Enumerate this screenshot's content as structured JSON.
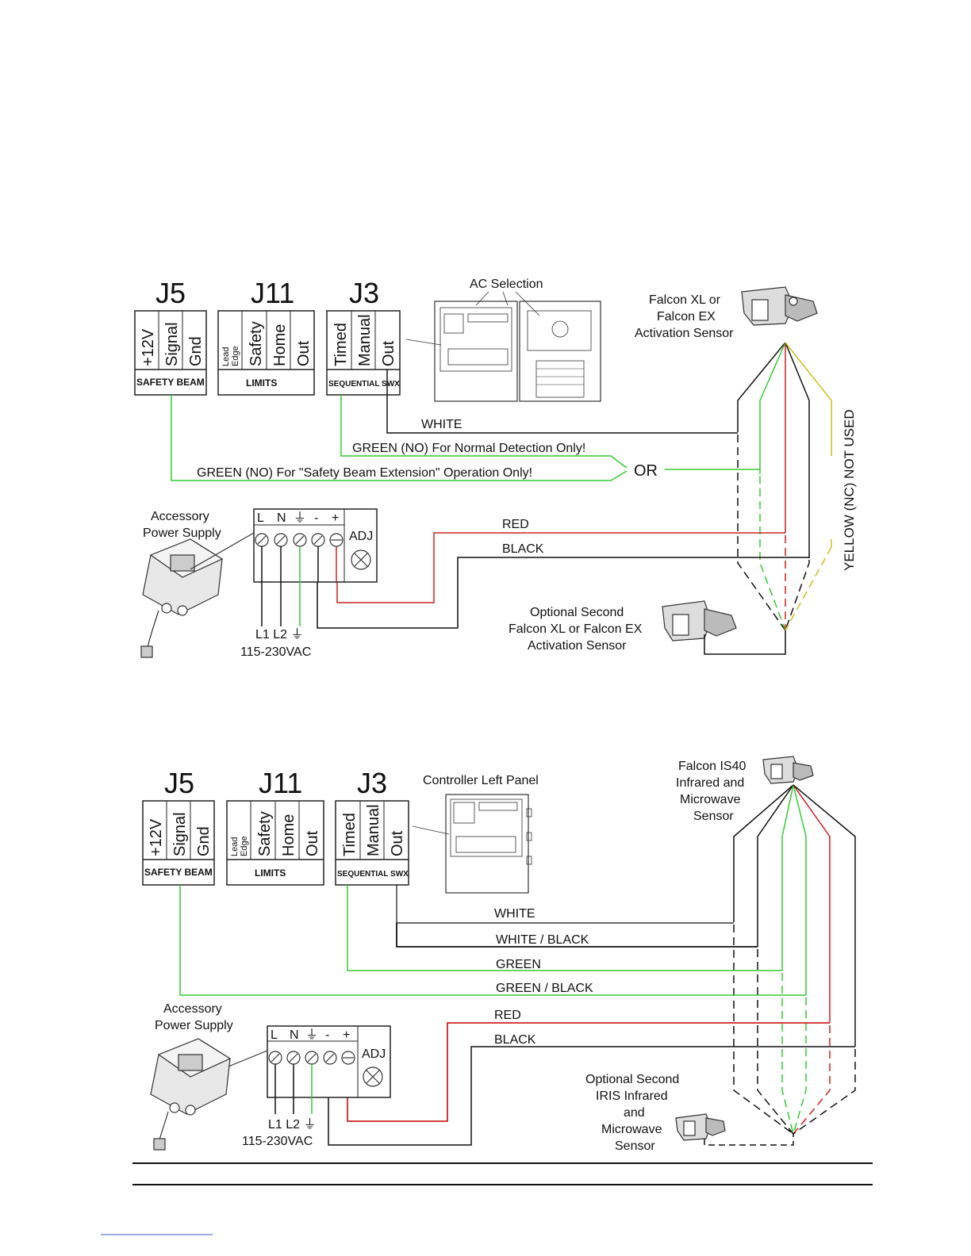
{
  "diagram1": {
    "j5": {
      "title": "J5",
      "pins": [
        "+12V",
        "Signal",
        "Gnd"
      ],
      "footer": "SAFETY BEAM"
    },
    "j11": {
      "title": "J11",
      "pin_lead_1": "Lead",
      "pin_lead_2": "Edge",
      "pins": [
        "Safety",
        "Home",
        "Out"
      ],
      "footer": "LIMITS"
    },
    "j3": {
      "title": "J3",
      "pins": [
        "Timed",
        "Manual",
        "Out"
      ],
      "footer": "SEQUENTIAL SWX"
    },
    "ac_selection": "AC Selection",
    "sensor": [
      "Falcon XL or",
      "Falcon EX",
      "Activation Sensor"
    ],
    "wires": {
      "white": "WHITE",
      "green_normal": "GREEN (NO)  For Normal Detection Only!",
      "green_safety": "GREEN (NO)   For \"Safety Beam Extension\" Operation Only!",
      "or": "OR",
      "red": "RED",
      "black": "BLACK",
      "yellow": "YELLOW (NC) NOT USED"
    },
    "power": {
      "label": [
        "Accessory",
        "Power Supply"
      ],
      "terms": [
        "L",
        "N",
        "⏚",
        "-",
        "+"
      ],
      "adj": "ADJ",
      "mains": "L1 L2 ⏚",
      "voltage": "115-230VAC"
    },
    "second_sensor": [
      "Optional Second",
      "Falcon XL or Falcon EX",
      "Activation Sensor"
    ]
  },
  "diagram2": {
    "j5": {
      "title": "J5",
      "pins": [
        "+12V",
        "Signal",
        "Gnd"
      ],
      "footer": "SAFETY BEAM"
    },
    "j11": {
      "title": "J11",
      "pin_lead_1": "Lead",
      "pin_lead_2": "Edge",
      "pins": [
        "Safety",
        "Home",
        "Out"
      ],
      "footer": "LIMITS"
    },
    "j3": {
      "title": "J3",
      "pins": [
        "Timed",
        "Manual",
        "Out"
      ],
      "footer": "SEQUENTIAL SWX"
    },
    "controller": "Controller Left Panel",
    "sensor": [
      "Falcon IS40",
      "Infrared and",
      "Microwave",
      "Sensor"
    ],
    "wires": {
      "white": "WHITE",
      "white_black": "WHITE / BLACK",
      "green": "GREEN",
      "green_black": "GREEN / BLACK",
      "red": "RED",
      "black": "BLACK"
    },
    "power": {
      "label": [
        "Accessory",
        "Power Supply"
      ],
      "terms": [
        "L",
        "N",
        "⏚",
        "-",
        "+"
      ],
      "adj": "ADJ",
      "mains": "L1 L2 ⏚",
      "voltage": "115-230VAC"
    },
    "second_sensor": [
      "Optional Second",
      "IRIS Infrared",
      "and",
      "Microwave",
      "Sensor"
    ]
  },
  "colors": {
    "green": "#33cc33",
    "red": "#cc2222",
    "black": "#111111",
    "yellow": "#c8c020",
    "gray": "#555555"
  }
}
